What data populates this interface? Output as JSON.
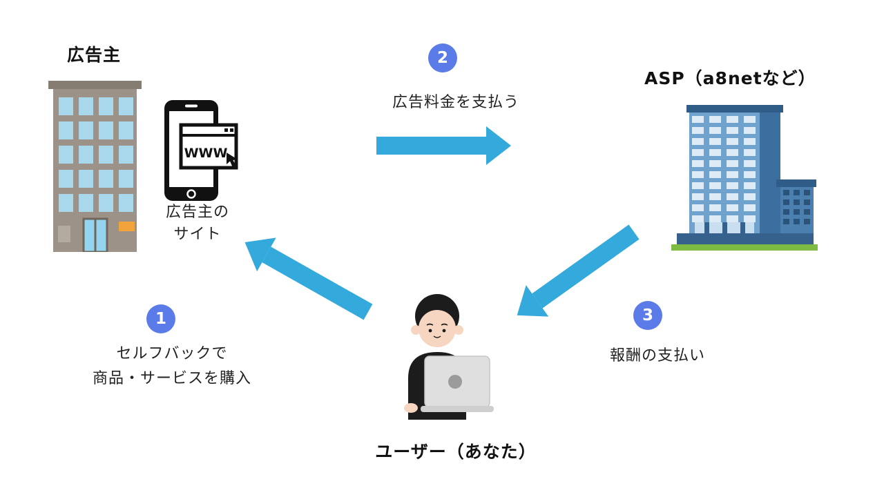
{
  "colors": {
    "bg": "#FFFFFF",
    "arrow": "#33A9DC",
    "badge": "#5B7BE9",
    "badge_text": "#FFFFFF",
    "heading_text": "#111111",
    "caption_text": "#222222"
  },
  "advertiser": {
    "title": "広告主",
    "building_icon": "office-building-icon",
    "phone_icon": "smartphone-browser-icon",
    "browser_text": "WWW",
    "site_caption_line1": "広告主の",
    "site_caption_line2": "サイト"
  },
  "asp": {
    "title": "ASP（a8netなど）",
    "building_icon": "skyscraper-icon"
  },
  "user": {
    "title": "ユーザー（あなた）",
    "icon": "person-at-laptop-icon"
  },
  "steps": [
    {
      "number": "1",
      "caption_line1": "セルフバックで",
      "caption_line2": "商品・サービスを購入"
    },
    {
      "number": "2",
      "caption_line1": "広告料金を支払う",
      "caption_line2": ""
    },
    {
      "number": "3",
      "caption_line1": "報酬の支払い",
      "caption_line2": ""
    }
  ]
}
